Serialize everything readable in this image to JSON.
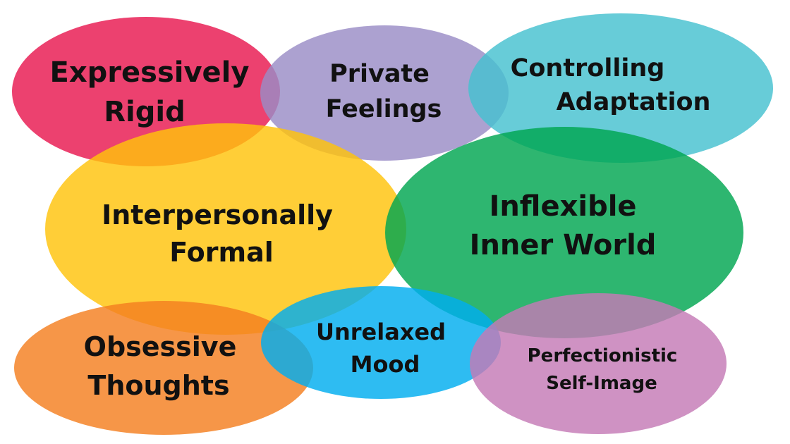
{
  "diagram": {
    "circles": [
      {
        "id": "expressively-rigid",
        "lines": [
          "Expressively",
          "Rigid"
        ],
        "color": "#E8174F"
      },
      {
        "id": "private-feelings",
        "lines": [
          "Private",
          "Feelings"
        ],
        "color": "#9A8CC6"
      },
      {
        "id": "controlling-adaptation",
        "lines": [
          "Controlling",
          "Adaptation"
        ],
        "color": "#45C1CF"
      },
      {
        "id": "interpersonally-formal",
        "lines": [
          "Interpersonally",
          "Formal"
        ],
        "color": "#FFC30B"
      },
      {
        "id": "inflexible-inner-world",
        "lines": [
          "Inflexible",
          "Inner World"
        ],
        "color": "#00A650"
      },
      {
        "id": "obsessive-thoughts",
        "lines": [
          "Obsessive",
          "Thoughts"
        ],
        "color": "#F47F20"
      },
      {
        "id": "unrelaxed-mood",
        "lines": [
          "Unrelaxed",
          "Mood"
        ],
        "color": "#00ADEF"
      },
      {
        "id": "perfectionistic-self-image",
        "lines": [
          "Perfectionistic",
          "Self-Image"
        ],
        "color": "#C47AB6"
      }
    ]
  }
}
